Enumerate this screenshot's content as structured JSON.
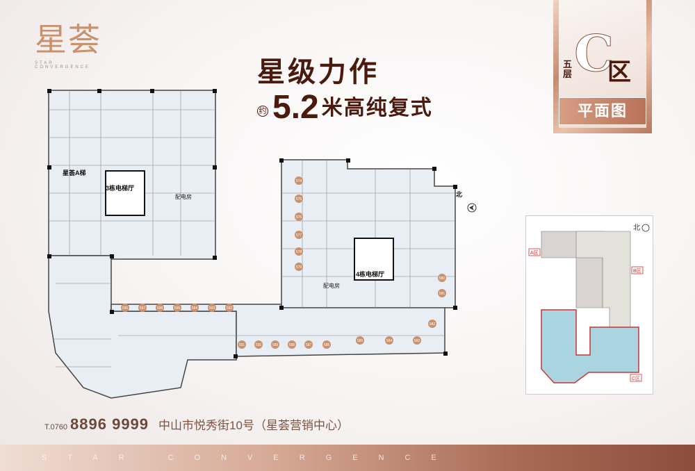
{
  "logo": {
    "mark": "星荟",
    "subtitle": "STAR CONVERGENCE"
  },
  "headline": {
    "line1": "星级力作",
    "prefix": "约",
    "number": "5.2",
    "unit": "米高纯复式"
  },
  "badge": {
    "floor": "五层",
    "zone_letter": "C",
    "zone_char": "区",
    "plan_label": "平面图"
  },
  "plan": {
    "building_a_label": "星荟A梯",
    "lobby_3": "3栋电梯厅",
    "lobby_4": "4栋电梯厅",
    "power_room_1": "配电房",
    "power_room_2": "配电房",
    "north_label": "北",
    "units_row": [
      "596",
      "597",
      "598",
      "595",
      "594",
      "593",
      "592"
    ],
    "units_lower": [
      "591",
      "590",
      "589",
      "588",
      "587",
      "586",
      "585",
      "584",
      "583"
    ],
    "units_right": [
      "574",
      "575",
      "576",
      "577",
      "578",
      "579",
      "580",
      "581",
      "582"
    ]
  },
  "minimap": {
    "north_label": "北",
    "zone_a": "A区",
    "zone_b": "B区",
    "zone_c": "C区"
  },
  "footer": {
    "phone_prefix": "T.0760",
    "phone": "8896 9999",
    "address": "中山市悦秀街10号（星荟营销中心）",
    "band_text": "STAR CONVERGENCE"
  },
  "colors": {
    "accent": "#c8926e",
    "dark": "#4a1a0e",
    "minimap_c": "#a9d4e0"
  }
}
